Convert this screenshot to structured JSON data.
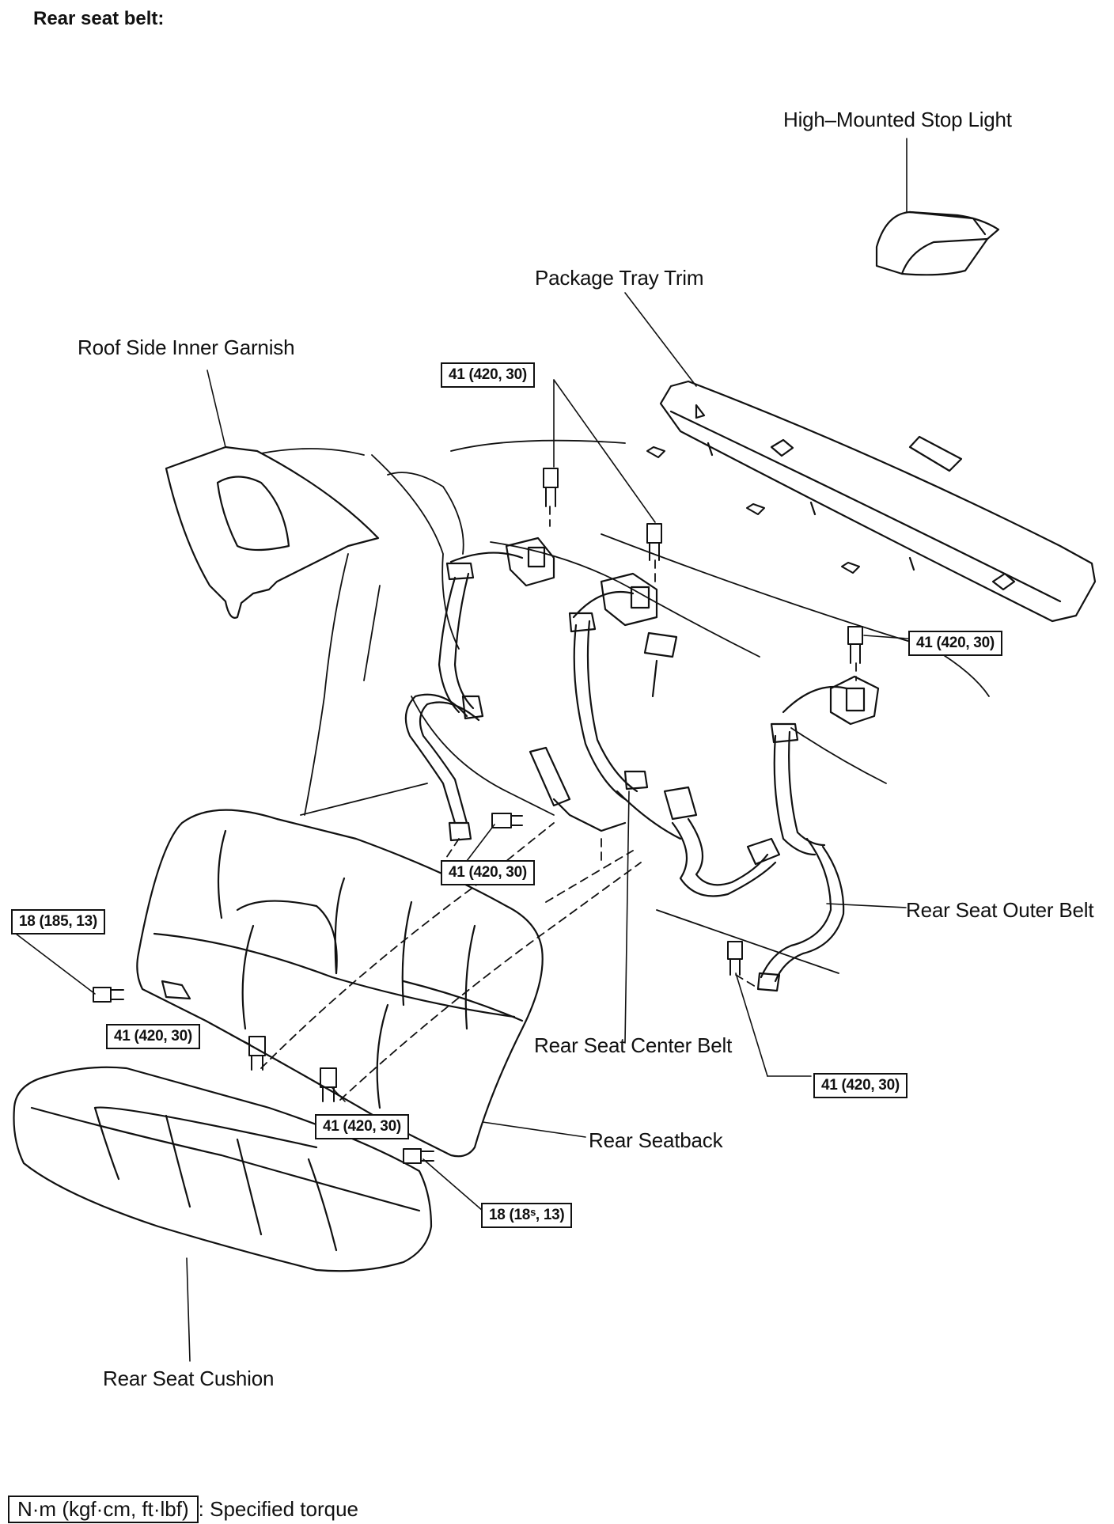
{
  "title": "Rear seat belt:",
  "labels": {
    "stop_light": "High–Mounted Stop Light",
    "package_tray": "Package Tray Trim",
    "roof_garnish": "Roof Side Inner Garnish",
    "outer_belt": "Rear Seat Outer Belt",
    "center_belt": "Rear Seat Center Belt",
    "seatback": "Rear Seatback",
    "cushion": "Rear Seat Cushion"
  },
  "torques": {
    "t1": "41 (420, 30)",
    "t2": "41 (420, 30)",
    "t3": "41 (420, 30)",
    "t4": "18 (185, 13)",
    "t5": "41 (420, 30)",
    "t6": "41 (420, 30)",
    "t7": "41 (420, 30)",
    "t8": "18 (18ˢ, 13)"
  },
  "legend": {
    "unit": "N·m (kgf·cm, ft·lbf)",
    "text": ": Specified torque"
  }
}
